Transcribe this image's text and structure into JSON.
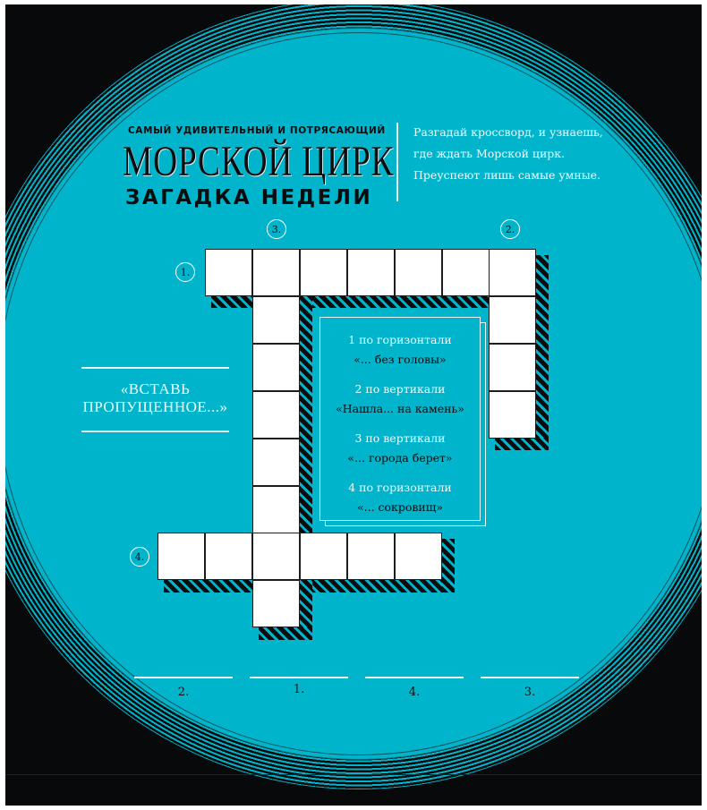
{
  "header": {
    "tagline": "САМЫЙ УДИВИТЕЛЬНЫЙ И ПОТРЯСАЮЩИЙ",
    "title": "МОРСКОЙ ЦИРК",
    "subtitle": "ЗАГАДКА НЕДЕЛИ"
  },
  "intro": {
    "lines": [
      "Разгадай кроссворд, и узнаешь,",
      "где ждать Морской цирк.",
      "Преуспеют лишь самые умные."
    ]
  },
  "crossword": {
    "number_tags": [
      "1.",
      "2.",
      "3.",
      "4."
    ],
    "words": [
      {
        "number": "1.",
        "direction": "across",
        "length": 7
      },
      {
        "number": "2.",
        "direction": "down",
        "length": 4
      },
      {
        "number": "3.",
        "direction": "down",
        "length": 8
      },
      {
        "number": "4.",
        "direction": "across",
        "length": 6
      }
    ],
    "cell_values": []
  },
  "clues": [
    {
      "ref": "1 по горизонтали",
      "text": "«... без головы»"
    },
    {
      "ref": "2 по вертикали",
      "text": "«Нашла... на камень»"
    },
    {
      "ref": "3 по вертикали",
      "text": "«... города берет»"
    },
    {
      "ref": "4 по горизонтали",
      "text": "«... сокровищ»"
    }
  ],
  "side_note": {
    "line1": "«ВСТАВЬ",
    "line2": "ПРОПУЩЕННОЕ...»"
  },
  "answers": [
    {
      "label": "2.",
      "value": ""
    },
    {
      "label": "1.",
      "value": ""
    },
    {
      "label": "4.",
      "value": ""
    },
    {
      "label": "3.",
      "value": ""
    }
  ],
  "colors": {
    "background": "#08090b",
    "disc": "#00b5cb",
    "ink": "#0b0c0e",
    "light": "#eafcff"
  }
}
